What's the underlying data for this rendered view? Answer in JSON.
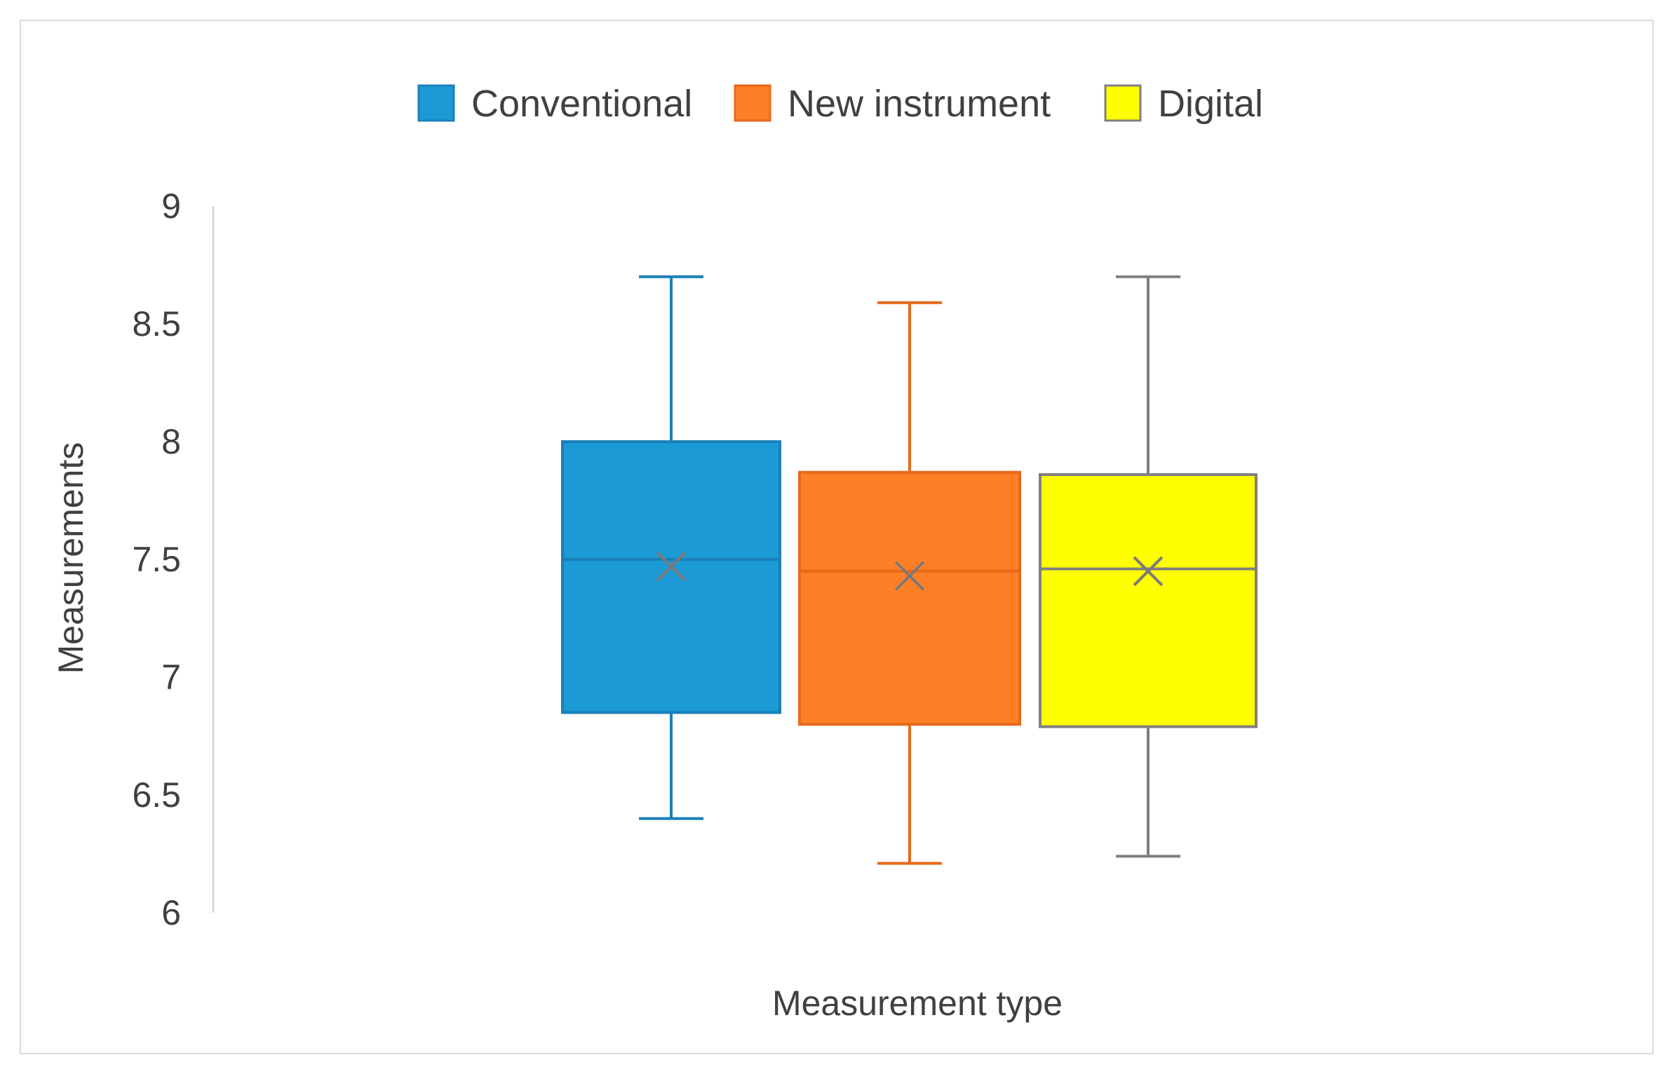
{
  "chart_data": {
    "type": "box",
    "title": "",
    "xlabel": "Measurement type",
    "ylabel": "Measurements",
    "ylim": [
      6,
      9
    ],
    "yticks": [
      {
        "value": 6,
        "label": "6"
      },
      {
        "value": 6.5,
        "label": "6.5"
      },
      {
        "value": 7,
        "label": "7"
      },
      {
        "value": 7.5,
        "label": "7.5"
      },
      {
        "value": 8,
        "label": "8"
      },
      {
        "value": 8.5,
        "label": "8.5"
      },
      {
        "value": 9,
        "label": "9"
      }
    ],
    "grid": false,
    "legend_position": "top",
    "series": [
      {
        "name": "Conventional",
        "color": "#1B9AD6",
        "stroke": "#1B7FB8",
        "min": 6.4,
        "q1": 6.85,
        "median": 7.5,
        "mean": 7.47,
        "q3": 8.0,
        "max": 8.7
      },
      {
        "name": "New instrument",
        "color": "#FF7F26",
        "stroke": "#E8681A",
        "min": 6.21,
        "q1": 6.8,
        "median": 7.45,
        "mean": 7.43,
        "q3": 7.87,
        "max": 8.59
      },
      {
        "name": "Digital",
        "color": "#FFFF00",
        "stroke": "#808080",
        "min": 6.24,
        "q1": 6.79,
        "median": 7.46,
        "mean": 7.45,
        "q3": 7.86,
        "max": 8.7
      }
    ]
  }
}
